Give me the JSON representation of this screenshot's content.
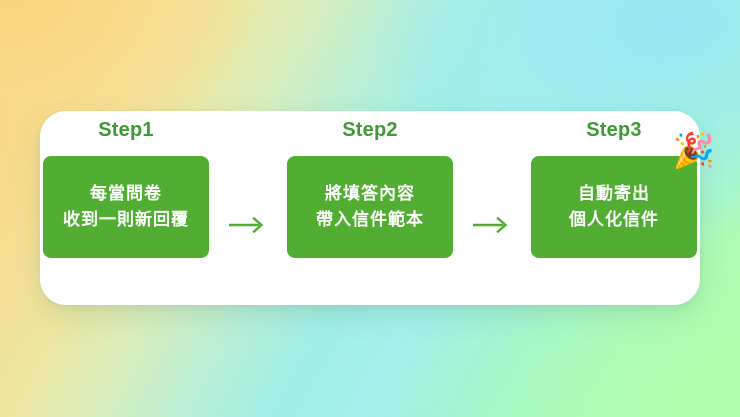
{
  "background": {
    "style": "diagonal-gradient",
    "colors": {
      "top_left": "#F7D583",
      "top_right": "#A4F0EC",
      "bottom_left": "#A8F0E0",
      "bottom_right": "#B0FDAC"
    }
  },
  "card": {
    "background_color": "#FFFFFF"
  },
  "theme": {
    "box_green": "#52AE32",
    "label_green": "#3E9A35",
    "arrow_green": "#52AE32",
    "box_text_color": "#FFFFFF"
  },
  "flow": {
    "steps": [
      {
        "label": "Step1",
        "box_lines": [
          "每當問卷",
          "收到一則新回覆"
        ],
        "emoji": null
      },
      {
        "label": "Step2",
        "box_lines": [
          "將填答內容",
          "帶入信件範本"
        ],
        "emoji": null
      },
      {
        "label": "Step3",
        "box_lines": [
          "自動寄出",
          "個人化信件"
        ],
        "emoji": "🎉"
      }
    ],
    "connectors": [
      {
        "icon": "arrow-right-icon"
      },
      {
        "icon": "arrow-right-icon"
      }
    ]
  }
}
